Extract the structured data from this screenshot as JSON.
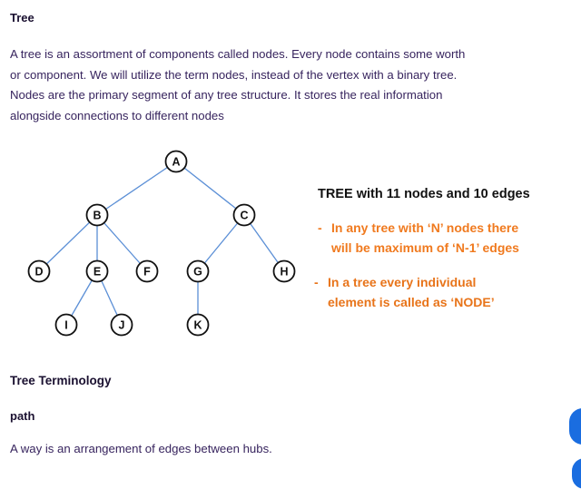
{
  "heading": "Tree",
  "intro_lines": [
    "A tree is an assortment of components called nodes. Every node contains some worth",
    "or component. We will utilize the term nodes, instead of the vertex with a binary tree.",
    "Nodes are the primary segment of any tree structure. It stores the real information",
    "alongside connections to different nodes"
  ],
  "diagram": {
    "title": "TREE with 11 nodes and 10 edges",
    "bullet1": {
      "dash": "-",
      "line1": "In any tree with ‘N’ nodes there",
      "line2": "will be maximum of ‘N-1’ edges"
    },
    "bullet2": {
      "dash": "-",
      "line1": "In a tree every individual",
      "line2": "element is called as ‘NODE’"
    },
    "nodes": {
      "A": "A",
      "B": "B",
      "C": "C",
      "D": "D",
      "E": "E",
      "F": "F",
      "G": "G",
      "H": "H",
      "I": "I",
      "J": "J",
      "K": "K"
    },
    "colors": {
      "edge": "#5b8fd6",
      "node_border": "#111111",
      "bullet_orange": "#f07a1f"
    }
  },
  "terminology_heading": "Tree Terminology",
  "path_heading": "path",
  "path_text": "A way is an arrangement of edges between hubs."
}
